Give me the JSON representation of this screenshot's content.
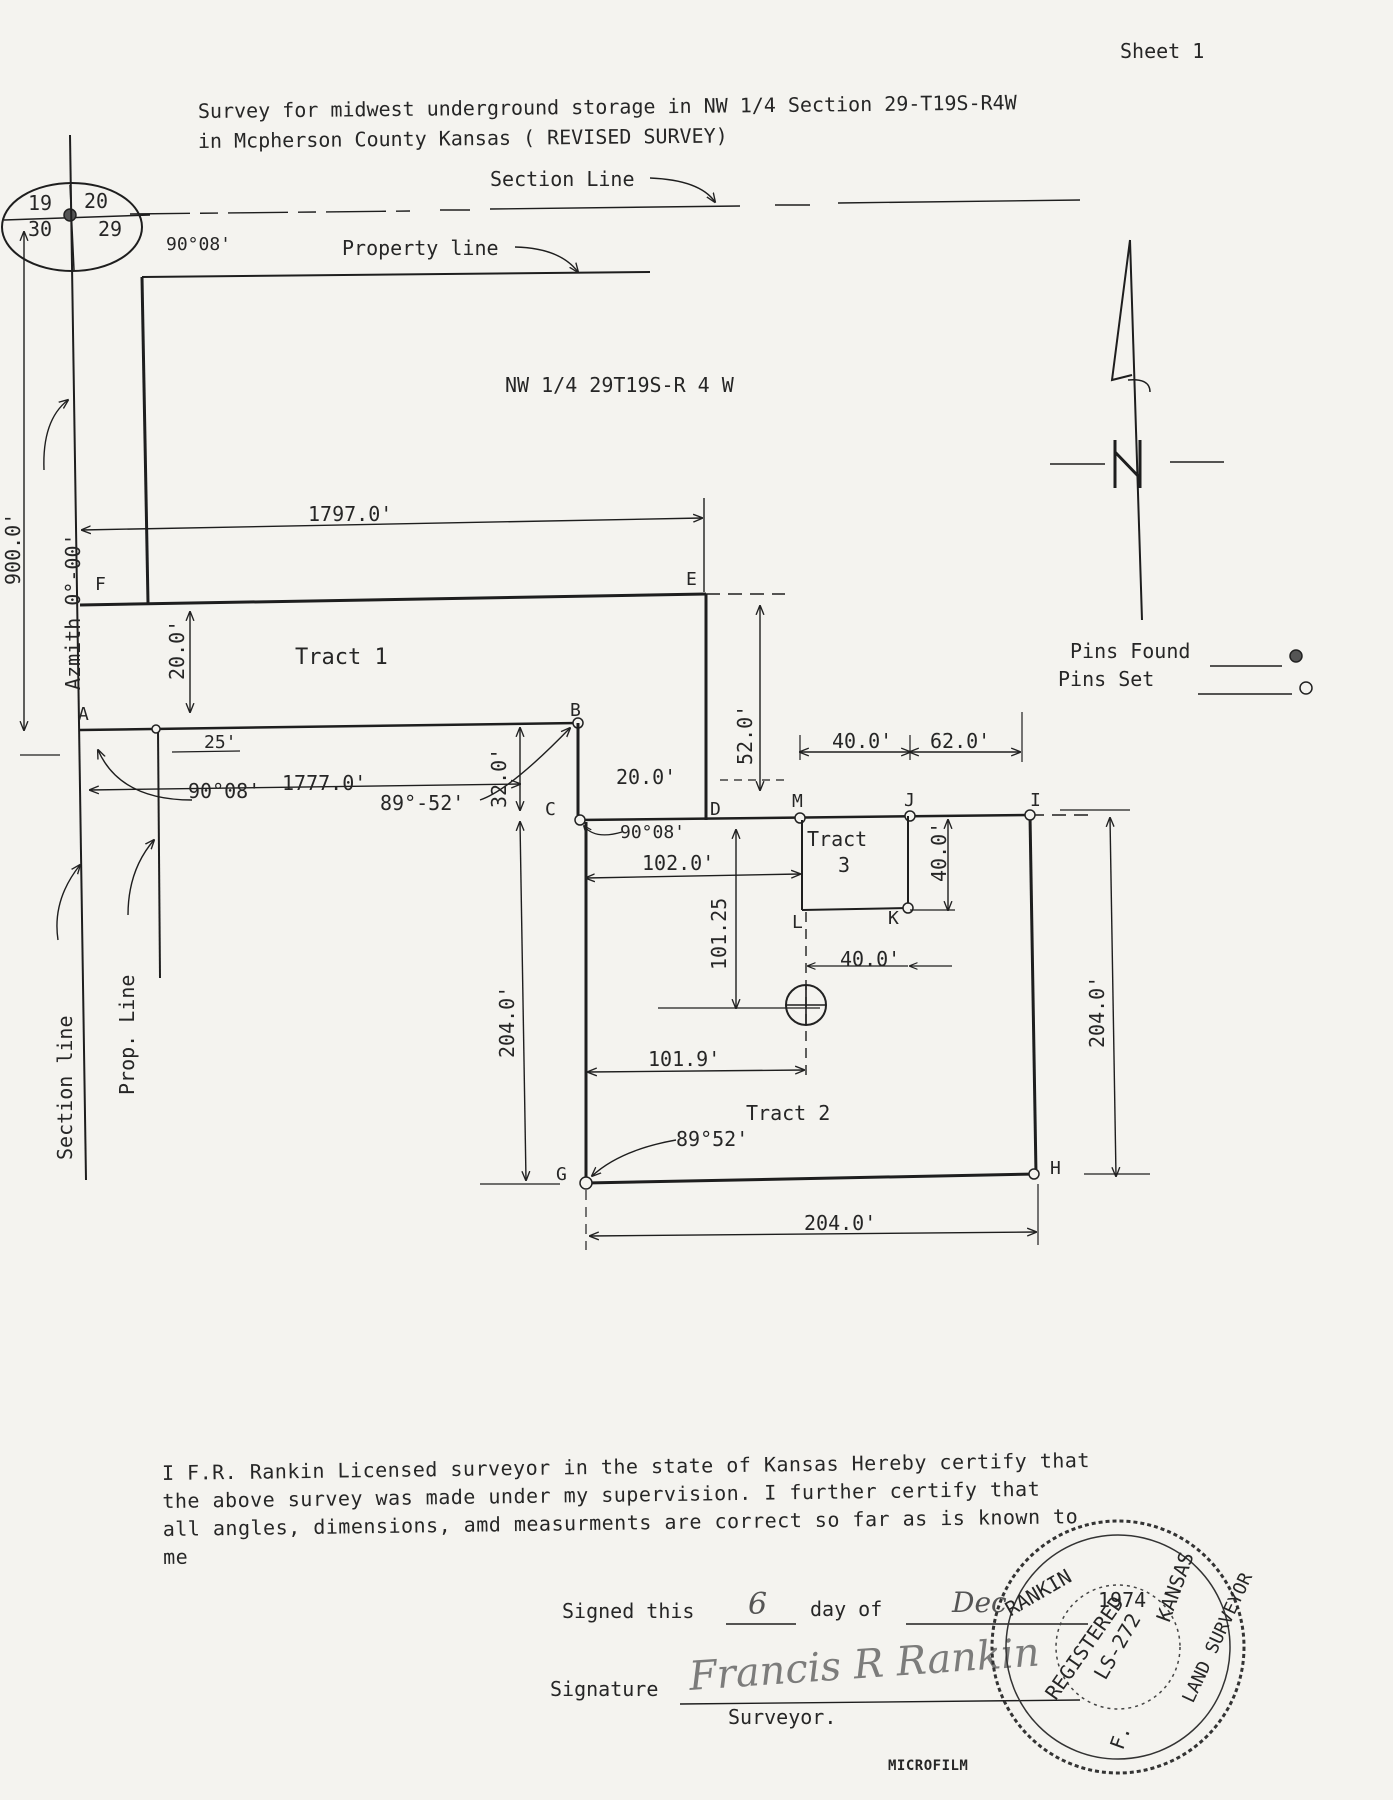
{
  "sheet_label": "Sheet 1",
  "title": {
    "line1": "Survey for midwest underground storage in NW 1/4 Section 29-T19S-R4W",
    "line2": "in Mcpherson County Kansas ( REVISED SURVEY)"
  },
  "corner": {
    "nw": "19",
    "ne": "20",
    "sw": "30",
    "se": "29",
    "angle": "90°08'"
  },
  "labels": {
    "section_line_top": "Section Line",
    "property_line_top": "Property line",
    "quarter": "NW 1/4  29T19S-R 4 W",
    "azimuth": "Azmith 0°-00'",
    "section_line_left": "Section line",
    "prop_line_left": "Prop. Line",
    "tract1": "Tract 1",
    "tract2": "Tract 2",
    "tract3_a": "Tract",
    "tract3_b": "3"
  },
  "points": {
    "A": "A",
    "B": "B",
    "C": "C",
    "D": "D",
    "E": "E",
    "F": "F",
    "G": "G",
    "H": "H",
    "I": "I",
    "J": "J",
    "K": "K",
    "L": "L",
    "M": "M"
  },
  "dimensions": {
    "d900": "900.0'",
    "d1797": "1797.0'",
    "d20v": "20.0'",
    "d25": "25'",
    "a90_08_bottom": "90°08'",
    "d1777": "1777.0'",
    "a89_52": "89°-52'",
    "d32": "32.0'",
    "d52": "52.0'",
    "d20h": "20.0'",
    "a90_08_c": "90°08'",
    "d40_top": "40.0'",
    "d62": "62.0'",
    "d102": "102.0'",
    "d40_v": "40.0'",
    "d101_25": "101.25",
    "d40_mid": "40.0'",
    "d204_left": "204.0'",
    "d204_right": "204.0'",
    "d101_9": "101.9'",
    "a89_52_g": "89°52'",
    "d204_bottom": "204.0'"
  },
  "legend": {
    "found": "Pins Found",
    "set": "Pins  Set"
  },
  "certification": {
    "line1": "I F.R. Rankin Licensed surveyor in the state of Kansas Hereby certify that",
    "line2": "the above survey was made under my supervision.  I further certify that",
    "line3": "all angles, dimensions, amd measurments are correct so far as is known to",
    "line4": "me"
  },
  "signed": {
    "prefix": "Signed this",
    "day": "6",
    "mid": "day of",
    "month": "Dec",
    "year": "1974"
  },
  "signature": {
    "label": "Signature",
    "name": "Francis R Rankin",
    "title": "Surveyor."
  },
  "seal": {
    "name": "RANKIN",
    "registered": "REGISTERED",
    "number": "LS-272",
    "state": "KANSAS",
    "land": "LAND SURVEYOR",
    "initial": "F."
  },
  "stamp": "MICROFILM"
}
